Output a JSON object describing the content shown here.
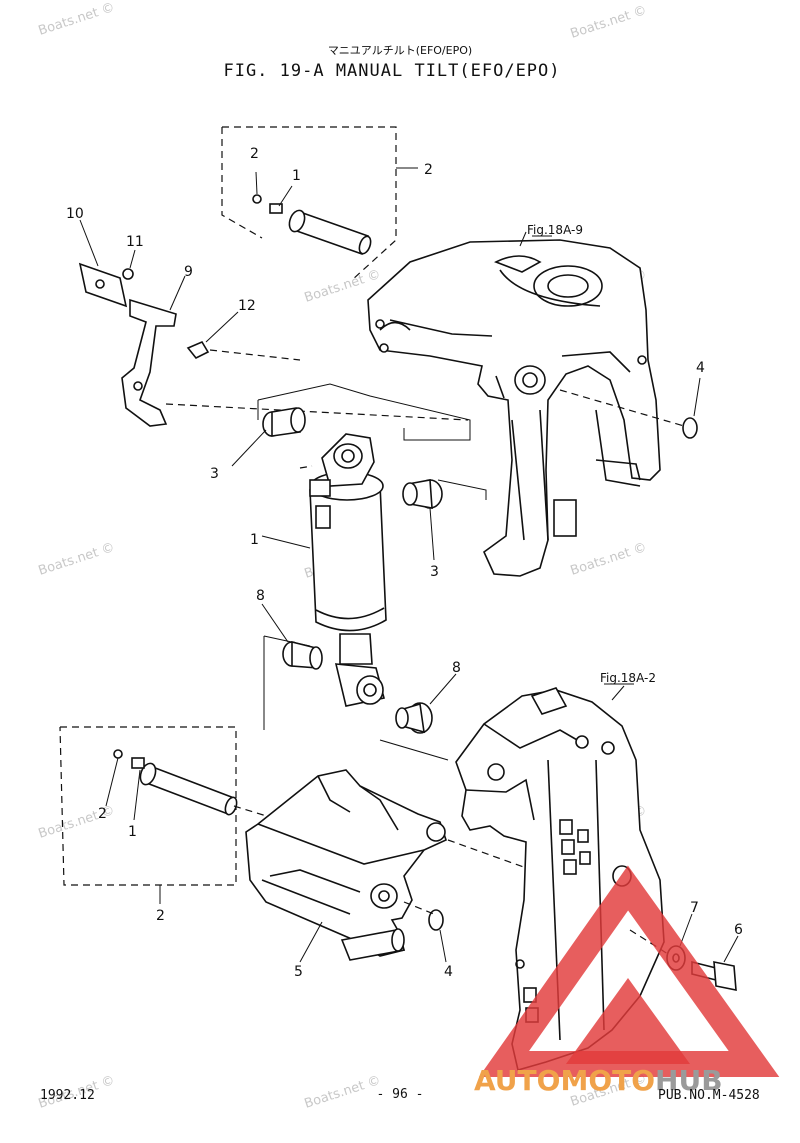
{
  "header": {
    "subtitle_jp": "マニユアルチルト(EFO/EPO)",
    "title": "FIG. 19-A MANUAL TILT(EFO/EPO)"
  },
  "references": {
    "top": "Fig.18A-9",
    "bottom": "Fig.18A-2"
  },
  "callouts": {
    "c1_upper": "1",
    "c2_upper": "2",
    "c2_group_upper": "2",
    "c10": "10",
    "c11": "11",
    "c9": "9",
    "c12": "12",
    "c4_upper": "4",
    "c3_left": "3",
    "c1_cyl": "1",
    "c3_right": "3",
    "c8_left": "8",
    "c8_right": "8",
    "c2_lower": "2",
    "c1_lower": "1",
    "c2_group_lower": "2",
    "c7": "7",
    "c6": "6",
    "c5": "5",
    "c4_lower": "4"
  },
  "watermark": "Boats.net ©",
  "footer": {
    "date": "1992.12",
    "page": "- 96 -",
    "pub": "PUB.NO.M-4528"
  },
  "logo": {
    "part1": "AUTO",
    "part2": "MOTO",
    "part3": "HUB",
    "color_triangle": "#e23a3a",
    "color_orange": "#f0a24a",
    "color_gray": "#9a9a9a"
  }
}
